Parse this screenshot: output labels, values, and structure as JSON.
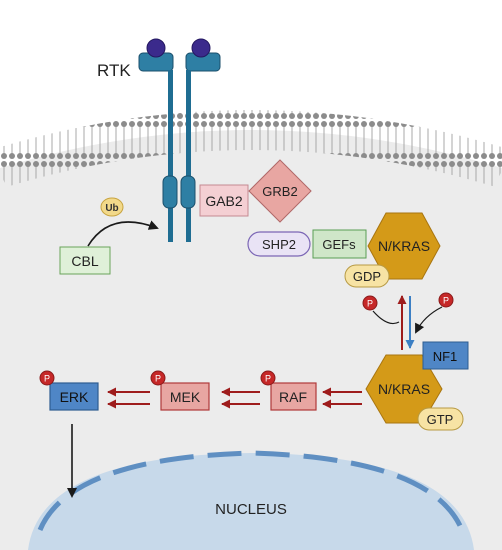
{
  "receptor": {
    "label": "RTK"
  },
  "cbl": {
    "label": "CBL",
    "ub_label": "Ub"
  },
  "adaptors": {
    "gab2": "GAB2",
    "grb2": "GRB2",
    "shp2": "SHP2",
    "gefs": "GEFs"
  },
  "ras_gdp": {
    "label": "N/KRAS",
    "nucleotide": "GDP"
  },
  "ras_gtp": {
    "label": "N/KRAS",
    "nucleotide": "GTP"
  },
  "nf1": {
    "label": "NF1"
  },
  "phosphate": {
    "label": "P"
  },
  "kinases": {
    "raf": "RAF",
    "mek": "MEK",
    "erk": "ERK"
  },
  "nucleus": {
    "label": "NUCLEUS"
  },
  "colors": {
    "receptor": "#2e7fa4",
    "receptor_dark": "#1b4f6b",
    "ligand": "#3b2a8c",
    "kinase_fill": "#e8a6a2",
    "kinase_stroke": "#b03a3a",
    "erk_fill": "#4f86c6",
    "ras_fill": "#d49a18",
    "arrow_red": "#9e1c1c",
    "arrow_blue": "#3b7fc4"
  }
}
